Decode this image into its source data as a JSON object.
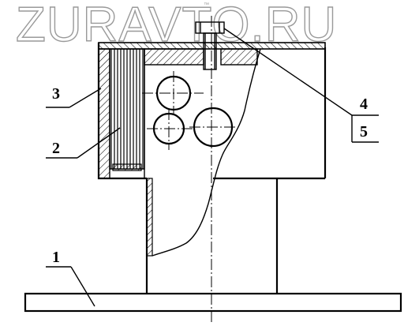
{
  "watermark": {
    "text": "ZURAVTO.RU",
    "small_text": "™"
  },
  "labels": {
    "part_1": "1",
    "part_2": "2",
    "part_3": "3",
    "part_4": "4",
    "part_5": "5"
  }
}
